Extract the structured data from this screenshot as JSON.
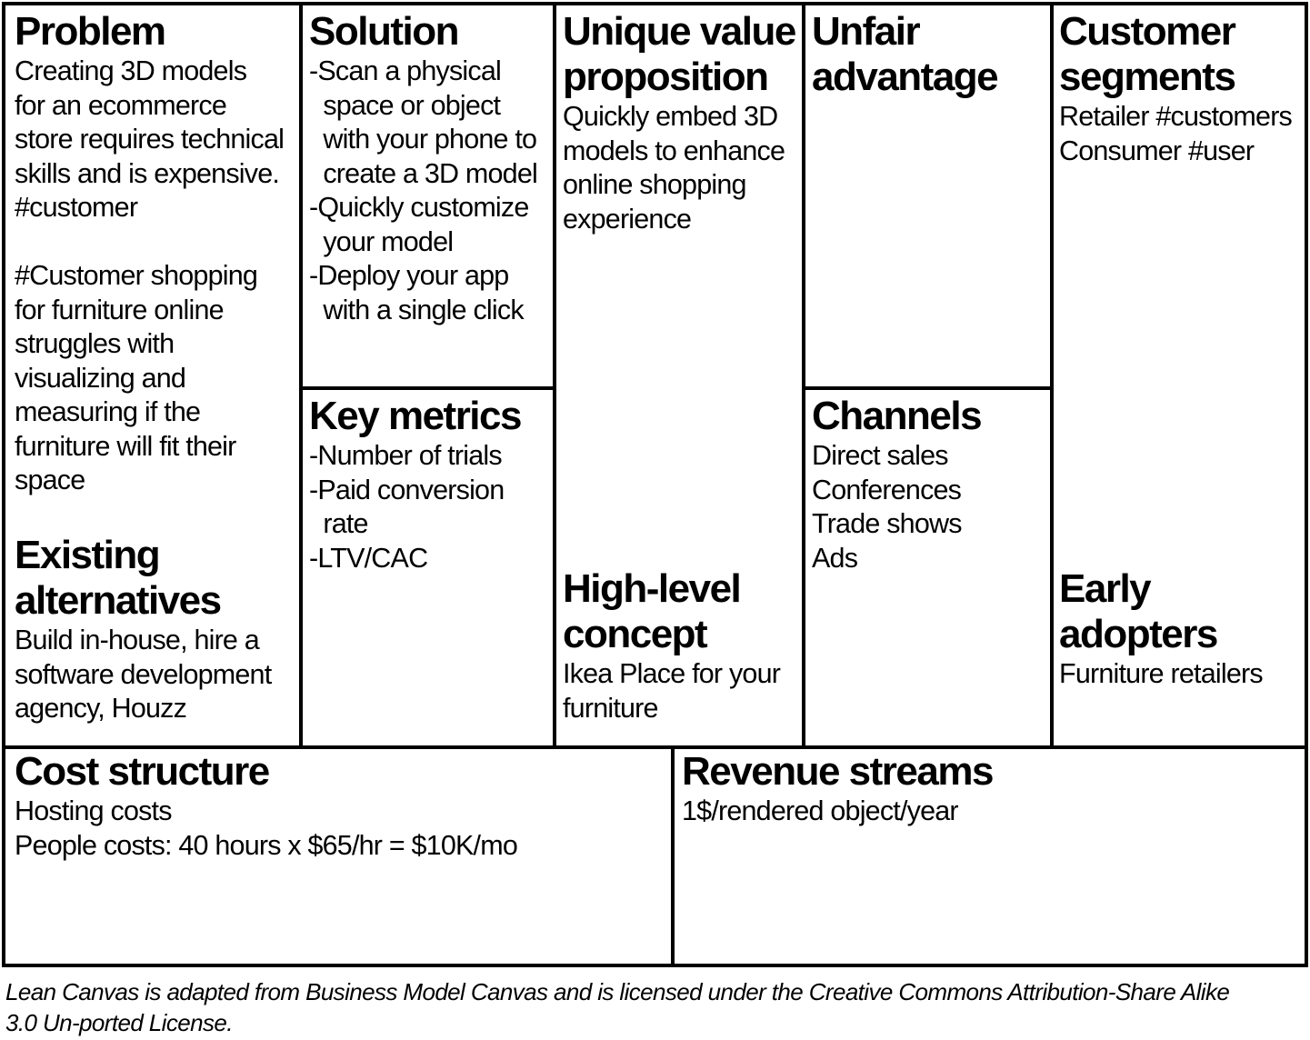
{
  "canvas": {
    "problem": {
      "title": "Problem",
      "lines": [
        "Creating 3D models",
        "for an ecommerce",
        "store requires technical",
        "skills and is expensive.",
        "#customer",
        "",
        "#Customer shopping",
        "for furniture online",
        "struggles with",
        "visualizing and",
        "measuring if the",
        "furniture will fit their",
        "space"
      ]
    },
    "existing_alternatives": {
      "title": "Existing\nalternatives",
      "lines": [
        "Build in-house, hire a",
        "software development",
        "agency, Houzz"
      ]
    },
    "solution": {
      "title": "Solution",
      "lines": [
        "-Scan a physical",
        "  space or object",
        "  with your phone to",
        "  create a 3D model",
        "-Quickly customize",
        "  your model",
        "-Deploy your app",
        "  with a single click"
      ]
    },
    "key_metrics": {
      "title": "Key metrics",
      "lines": [
        "-Number of trials",
        "-Paid conversion",
        "  rate",
        "-LTV/CAC"
      ]
    },
    "unique_value_proposition": {
      "title": "Unique value\nproposition",
      "lines": [
        "Quickly embed 3D",
        "models to enhance",
        "online shopping",
        "experience"
      ]
    },
    "high_level_concept": {
      "title": "High-level\nconcept",
      "lines": [
        "Ikea Place for your",
        "furniture"
      ]
    },
    "unfair_advantage": {
      "title": "Unfair\nadvantage",
      "lines": []
    },
    "channels": {
      "title": "Channels",
      "lines": [
        "Direct sales",
        "Conferences",
        "Trade shows",
        "Ads"
      ]
    },
    "customer_segments": {
      "title": "Customer\nsegments",
      "lines": [
        "Retailer #customers",
        "Consumer #user"
      ]
    },
    "early_adopters": {
      "title": "Early adopters",
      "lines": [
        "Furniture retailers"
      ]
    },
    "cost_structure": {
      "title": "Cost structure",
      "lines": [
        "Hosting costs",
        "People costs: 40 hours x $65/hr = $10K/mo"
      ]
    },
    "revenue_streams": {
      "title": "Revenue streams",
      "lines": [
        "1$/rendered object/year"
      ]
    }
  },
  "footer": {
    "lines": [
      "Lean Canvas is adapted from Business Model Canvas and is licensed under the Creative Commons Attribution-Share Alike",
      "3.0 Un-ported License."
    ]
  }
}
